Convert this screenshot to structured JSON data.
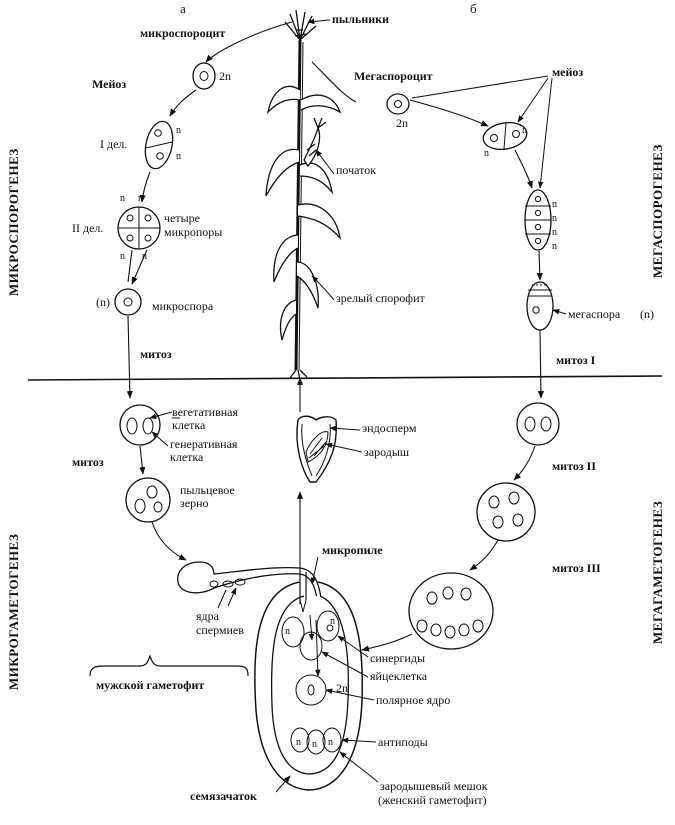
{
  "panels": {
    "left": "а",
    "right": "б"
  },
  "side_titles": {
    "microsporogenesis": "МИКРОСПОРОГЕНЕЗ",
    "megasporogenesis": "МЕГАСПОРОГЕНЕЗ",
    "microgametogenesis": "МИКРОГАМЕТОГЕНЕЗ",
    "megagametogenesis": "МЕГАГАМЕТОГЕНЕЗ"
  },
  "labels": {
    "anthers": "пыльники",
    "microsporocyte": "микроспороцит",
    "meiosis_left": "Мейоз",
    "first_division": "I дел.",
    "second_division": "II дел.",
    "four_micro_1": "четыре",
    "four_micro_2": "микропоры",
    "microspore": "микроспора",
    "mitosis_left": "митоз",
    "megasporocyte": "Мегаспороцит",
    "meiosis_right": "мейоз",
    "ear": "початок",
    "sporophyte": "зрелый спорофит",
    "megaspore": "мегаспора",
    "mitosis_one": "митоз I",
    "vegetative_1": "вегетативная",
    "vegetative_2": "клетка",
    "generative_1": "генеративная",
    "generative_2": "клетка",
    "mitosis_mid": "митоз",
    "pollen_1": "пыльцевое",
    "pollen_2": "зерно",
    "endosperm": "эндосперм",
    "embryo": "зародыш",
    "mitosis_two": "митоз II",
    "mitosis_three": "митоз III",
    "micropyle": "микропиле",
    "sperm_nuclei_1": "ядра",
    "sperm_nuclei_2": "спермиев",
    "male_gametophyte": "мужской гаметофит",
    "synergids": "синергиды",
    "egg_cell": "яйцеклетка",
    "polar_nucleus": "полярное ядро",
    "antipodals": "антиподы",
    "ovule": "семязачаток",
    "embryo_sac_1": "зародышевый мешок",
    "embryo_sac_2": "(женский гаметофит)"
  },
  "ploidy": {
    "diploid": "2n",
    "haploid": "n",
    "haploid_paren": "(n)"
  }
}
